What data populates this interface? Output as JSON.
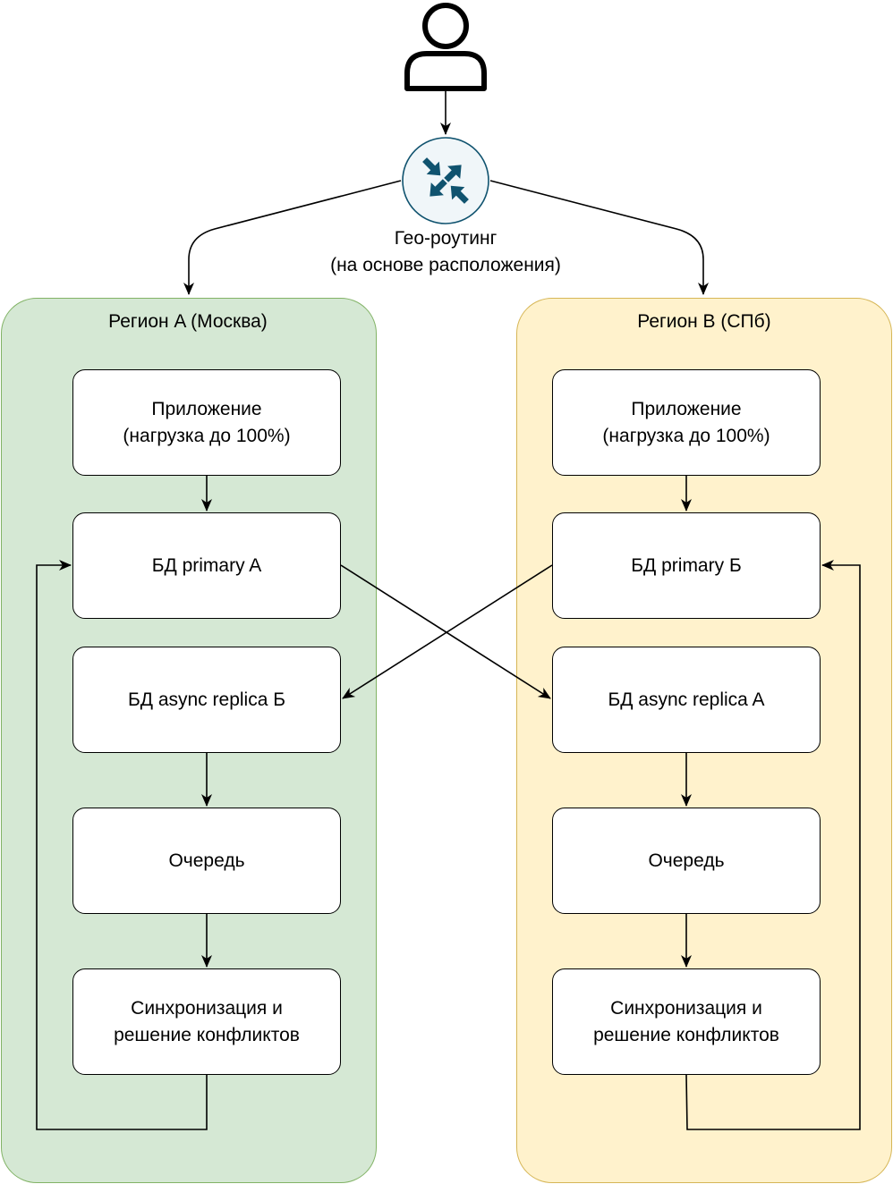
{
  "geo_routing": {
    "label": "Гео-роутинг\n(на основе расположения)"
  },
  "regions": {
    "a": {
      "title": "Регион A (Москва)",
      "colors": {
        "fill": "#d5e8d4",
        "stroke": "#82b366"
      },
      "boxes": {
        "app": "Приложение\n(нагрузка до 100%)",
        "primary": "БД primary A",
        "replica": "БД async replica Б",
        "queue": "Очередь",
        "sync": "Синхронизация и\nрешение конфликтов"
      }
    },
    "b": {
      "title": "Регион B (СПб)",
      "colors": {
        "fill": "#fff2cc",
        "stroke": "#d6b656"
      },
      "boxes": {
        "app": "Приложение\n(нагрузка до 100%)",
        "primary": "БД primary Б",
        "replica": "БД async replica A",
        "queue": "Очередь",
        "sync": "Синхронизация и\nрешение конфликтов"
      }
    }
  },
  "icons": {
    "user": "user-icon",
    "router": "router-icon"
  },
  "colors": {
    "router_fill": "#f0f6f9",
    "router_arrows": "#10536f"
  }
}
